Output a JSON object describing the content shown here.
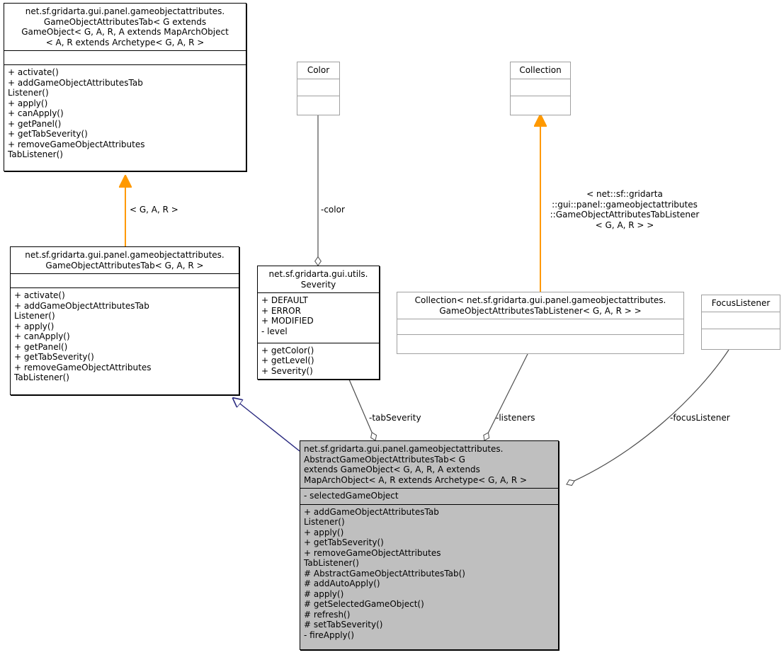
{
  "diagram": {
    "kind": "uml-class-diagram",
    "background": "#ffffff",
    "colors": {
      "inheritance_orange": "#ff9900",
      "inheritance_navy": "#2a2a80",
      "aggregation_gray": "#4d4d4d",
      "box_border_strong": "#000000",
      "box_border_light": "#a0a0a0",
      "highlight_fill": "#bfbfbf"
    }
  },
  "classes": {
    "gameobjectattributestab_full": {
      "title": "net.sf.gridarta.gui.panel.gameobjectattributes.\nGameObjectAttributesTab< G extends\n GameObject< G, A, R, A extends MapArchObject\n< A, R extends Archetype< G, A, R >",
      "attributes": "",
      "methods": "+ activate()\n+ addGameObjectAttributesTab\nListener()\n+ apply()\n+ canApply()\n+ getPanel()\n+ getTabSeverity()\n+ removeGameObjectAttributes\nTabListener()"
    },
    "gameobjectattributestab_short": {
      "title": "net.sf.gridarta.gui.panel.gameobjectattributes.\nGameObjectAttributesTab< G, A, R >",
      "attributes": "",
      "methods": "+ activate()\n+ addGameObjectAttributesTab\nListener()\n+ apply()\n+ canApply()\n+ getPanel()\n+ getTabSeverity()\n+ removeGameObjectAttributes\nTabListener()"
    },
    "color": {
      "title": "Color",
      "attributes": "",
      "methods": ""
    },
    "collection": {
      "title": "Collection",
      "attributes": "",
      "methods": ""
    },
    "severity": {
      "title": "net.sf.gridarta.gui.utils.\nSeverity",
      "attributes": "+ DEFAULT\n+ ERROR\n+ MODIFIED\n- level",
      "methods": "+ getColor()\n+ getLevel()\n+ Severity()"
    },
    "collection_of_listeners": {
      "title": "Collection< net.sf.gridarta.gui.panel.gameobjectattributes.\nGameObjectAttributesTabListener< G, A, R > >",
      "attributes": "",
      "methods": ""
    },
    "focuslistener": {
      "title": "FocusListener",
      "attributes": "",
      "methods": ""
    },
    "abstract_tab": {
      "title": "net.sf.gridarta.gui.panel.gameobjectattributes.\nAbstractGameObjectAttributesTab< G\n extends GameObject< G, A, R, A extends\n MapArchObject< A, R extends Archetype< G, A, R >",
      "attributes": "- selectedGameObject",
      "methods": "+ addGameObjectAttributesTab\nListener()\n+ apply()\n+ getTabSeverity()\n+ removeGameObjectAttributes\nTabListener()\n# AbstractGameObjectAttributesTab()\n# addAutoApply()\n# apply()\n# getSelectedGameObject()\n# refresh()\n# setTabSeverity()\n- fireApply()"
    }
  },
  "edge_labels": {
    "generic_gar": "< G, A, R >",
    "color": "-color",
    "collection_template": "< net::sf::gridarta\n::gui::panel::gameobjectattributes\n::GameObjectAttributesTabListener\n< G, A, R > >",
    "tab_severity": "-tabSeverity",
    "listeners": "-listeners",
    "focus_listener": "-focusListener"
  }
}
